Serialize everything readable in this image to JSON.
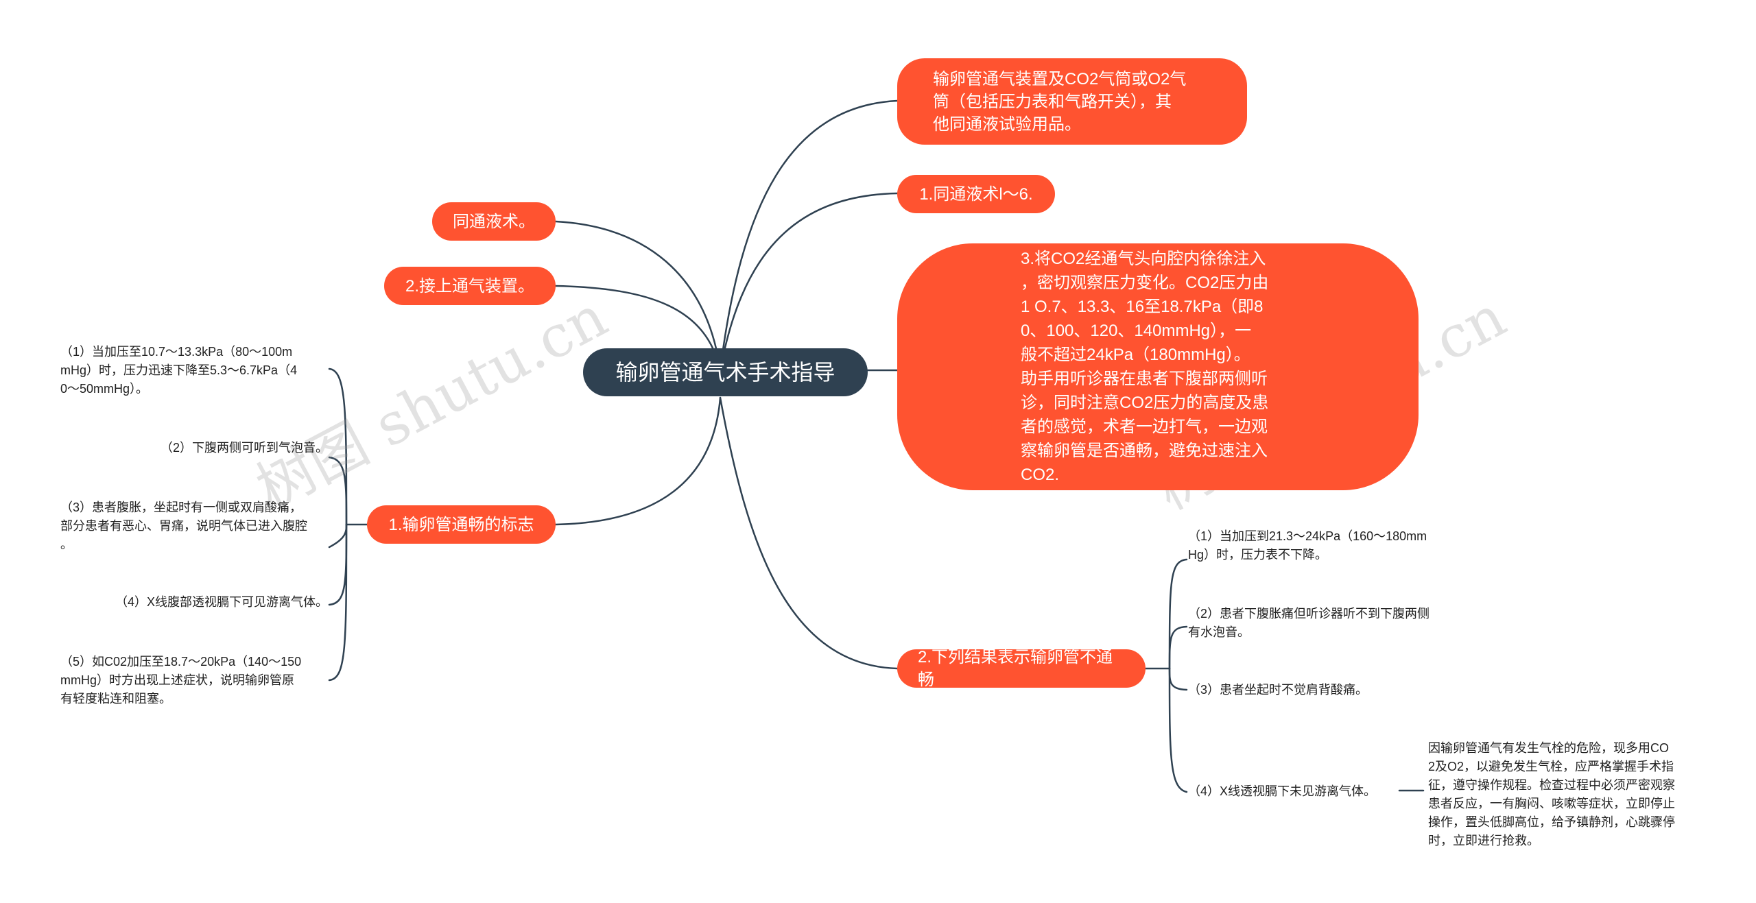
{
  "root": {
    "label": "输卵管通气术手术指导"
  },
  "right_branches": [
    {
      "id": "r1",
      "label": "输卵管通气装置及CO2气筒或O2气\n筒（包括压力表和气路开关），其\n他同通液试验用品。"
    },
    {
      "id": "r2",
      "label": "1.同通液术l～6."
    },
    {
      "id": "r3",
      "label": "3.将CO2经通气头向腔内徐徐注入\n，密切观察压力变化。CO2压力由\n1 O.7、13.3、16至18.7kPa（即8\n0、100、120、140mmHg），一\n般不超过24kPa（180mmHg）。\n助手用听诊器在患者下腹部两侧听\n诊，同时注意CO2压力的高度及患\n者的感觉，术者一边打气，一边观\n察输卵管是否通畅，避免过速注入\nCO2."
    },
    {
      "id": "r4",
      "label": "2.下列结果表示输卵管不通畅",
      "children": [
        {
          "label": "（1）当加压到21.3～24kPa（160～180mm\nHg）时，压力表不下降。"
        },
        {
          "label": "（2）患者下腹胀痛但听诊器听不到下腹两侧\n有水泡音。"
        },
        {
          "label": "（3）患者坐起时不觉肩背酸痛。"
        },
        {
          "label": "（4）X线透视膈下未见游离气体。",
          "children": [
            {
              "label": "因输卵管通气有发生气栓的危险，现多用CO\n2及O2，以避免发生气栓，应严格掌握手术指\n征，遵守操作规程。检查过程中必须严密观察\n患者反应，一有胸闷、咳嗽等症状，立即停止\n操作，置头低脚高位，给予镇静剂，心跳骤停\n时，立即进行抢救。"
            }
          ]
        }
      ]
    }
  ],
  "left_branches": [
    {
      "id": "l1",
      "label": "同通液术。"
    },
    {
      "id": "l2",
      "label": "2.接上通气装置。"
    },
    {
      "id": "l3",
      "label": "1.输卵管通畅的标志",
      "children": [
        {
          "label": "（1）当加压至10.7～13.3kPa（80～100m\nmHg）时，压力迅速下降至5.3～6.7kPa（4\n0～50mmHg）。"
        },
        {
          "label": "（2）下腹两侧可听到气泡音。"
        },
        {
          "label": "（3）患者腹胀，坐起时有一侧或双肩酸痛，\n部分患者有恶心、胃痛，说明气体已进入腹腔\n。"
        },
        {
          "label": "（4）X线腹部透视膈下可见游离气体。"
        },
        {
          "label": "（5）如C02加压至18.7～20kPa（140～150\nmmHg）时方出现上述症状，说明输卵管原\n有轻度粘连和阻塞。"
        }
      ]
    }
  ],
  "watermarks": [
    "树图 shutu.cn",
    "树图 shutu.cn"
  ],
  "colors": {
    "branch": "#ff5330",
    "root": "#2f4151",
    "line": "#2f4151",
    "leaf_text": "#222222"
  }
}
